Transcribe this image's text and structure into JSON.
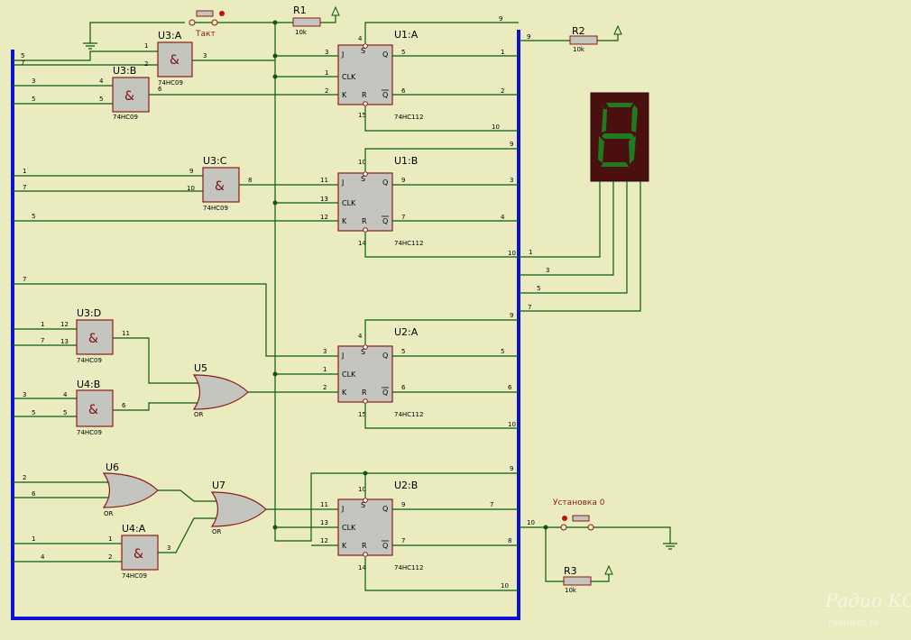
{
  "components": {
    "U1A": {
      "name": "U1:A",
      "part": "74HC112"
    },
    "U1B": {
      "name": "U1:B",
      "part": "74HC112"
    },
    "U2A": {
      "name": "U2:A",
      "part": "74HC112"
    },
    "U2B": {
      "name": "U2:B",
      "part": "74HC112"
    },
    "U3A": {
      "name": "U3:A",
      "part": "74HC09"
    },
    "U3B": {
      "name": "U3:B",
      "part": "74HC09"
    },
    "U3C": {
      "name": "U3:C",
      "part": "74HC09"
    },
    "U3D": {
      "name": "U3:D",
      "part": "74HC09"
    },
    "U4A": {
      "name": "U4:A",
      "part": "74HC09"
    },
    "U4B": {
      "name": "U4:B",
      "part": "74HC09"
    },
    "U5": {
      "name": "U5",
      "part": "OR"
    },
    "U6": {
      "name": "U6",
      "part": "OR"
    },
    "U7": {
      "name": "U7",
      "part": "OR"
    },
    "R1": {
      "name": "R1",
      "value": "10k"
    },
    "R2": {
      "name": "R2",
      "value": "10k"
    },
    "R3": {
      "name": "R3",
      "value": "10k"
    }
  },
  "buttons": {
    "clock": "Такт",
    "reset": "Установка 0"
  },
  "ff_pins": {
    "J": "J",
    "S": "S",
    "CLK": "CLK",
    "Q": "Q",
    "K": "K",
    "R": "R",
    "QN": "Q"
  },
  "and_symbol": "&",
  "watermark": {
    "title": "Радио КОТ",
    "url": "radiokot.ru"
  },
  "colors": {
    "background": "#ebebc0",
    "wire": "#0a5a0a",
    "bus": "#1010d0",
    "outline": "#8a1a1a",
    "segment_on": "#207a20",
    "display_bg": "#4a1010"
  },
  "display": {
    "digit_shown": "8"
  },
  "nets": {
    "u3a_in": [
      "5",
      "7",
      "1",
      "2",
      "3"
    ],
    "u3b_in": [
      "3",
      "5",
      "4",
      "5",
      "6"
    ],
    "u1a": [
      "3",
      "1",
      "2",
      "4",
      "15",
      "5",
      "6",
      "1",
      "2",
      "9",
      "10"
    ],
    "u3c": [
      "1",
      "7",
      "9",
      "10",
      "8",
      "5"
    ],
    "u1b": [
      "11",
      "13",
      "12",
      "10",
      "14",
      "9",
      "7",
      "3",
      "4",
      "9",
      "10"
    ],
    "seg": [
      "1",
      "3",
      "5",
      "7"
    ],
    "left7": "7",
    "u3d": [
      "1",
      "7",
      "12",
      "13",
      "11"
    ],
    "u4b": [
      "3",
      "5",
      "4",
      "5",
      "6"
    ],
    "u2a": [
      "3",
      "1",
      "2",
      "4",
      "15",
      "5",
      "6",
      "9",
      "5",
      "6",
      "10"
    ],
    "u6": [
      "2",
      "6"
    ],
    "u4a": [
      "1",
      "4",
      "1",
      "2",
      "3"
    ],
    "u2b": [
      "11",
      "13",
      "12",
      "10",
      "14",
      "9",
      "7",
      "9",
      "7",
      "8",
      "10"
    ],
    "r2net": "9",
    "resetnet": "10",
    "clknet": "9"
  }
}
